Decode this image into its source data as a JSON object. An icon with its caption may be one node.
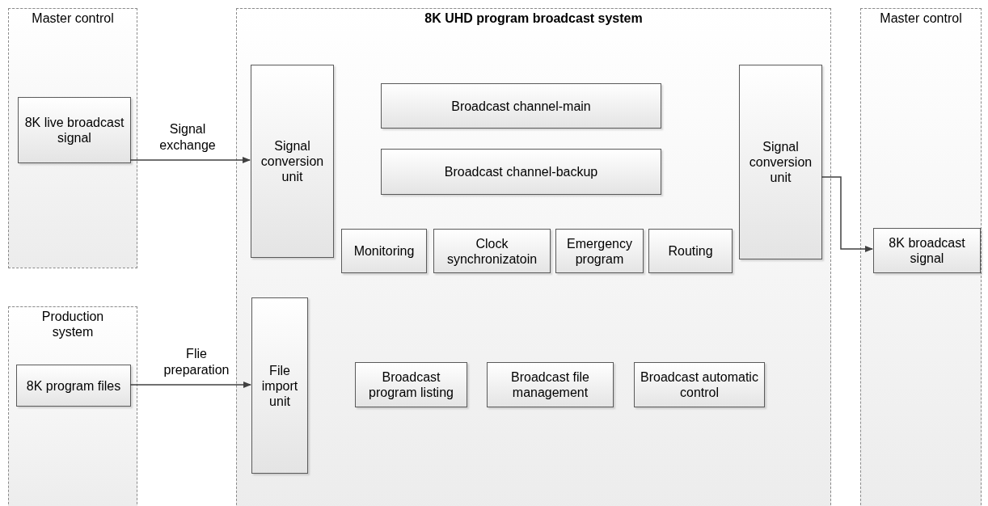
{
  "diagram": {
    "nodes": [
      {
        "text": [
          "Master control"
        ]
      },
      {
        "text": [
          "8K live broadcast signal"
        ],
        "in": 0
      },
      {
        "text": [
          "Production system"
        ]
      },
      {
        "text": [
          "8K program files"
        ],
        "in": 2
      },
      {
        "text": [
          "8K UHD program broadcast system"
        ]
      },
      {
        "text": [
          "Signal conversion unit"
        ],
        "in": 4
      },
      {
        "text": [
          "Broadcast channel-main"
        ],
        "in": 4
      },
      {
        "text": [
          "Broadcast channel-backup"
        ],
        "in": 4
      },
      {
        "text": [
          "Monitoring"
        ],
        "in": 4
      },
      {
        "text": [
          "Clock synchronizatoin"
        ],
        "in": 4
      },
      {
        "text": [
          "Emergency program"
        ],
        "in": 4
      },
      {
        "text": [
          "Routing"
        ],
        "in": 4
      },
      {
        "text": [
          "Signal conversion unit"
        ],
        "in": 4
      },
      {
        "text": [
          "File import unit"
        ],
        "in": 4
      },
      {
        "text": [
          "Broadcast program listing"
        ],
        "in": 4
      },
      {
        "text": [
          "Broadcast file management"
        ],
        "in": 4
      },
      {
        "text": [
          "Broadcast automatic control"
        ],
        "in": 4
      },
      {
        "text": [
          "Master control"
        ]
      },
      {
        "text": [
          "8K broadcast signal"
        ],
        "in": 17
      }
    ],
    "edges": [
      {
        "from": 1,
        "to": 5,
        "arrow": "to",
        "label": "Signal exchange"
      },
      {
        "from": 3,
        "to": 13,
        "arrow": "to",
        "label": "Flie preparation"
      },
      {
        "from": 12,
        "to": 18,
        "arrow": "to"
      }
    ]
  }
}
